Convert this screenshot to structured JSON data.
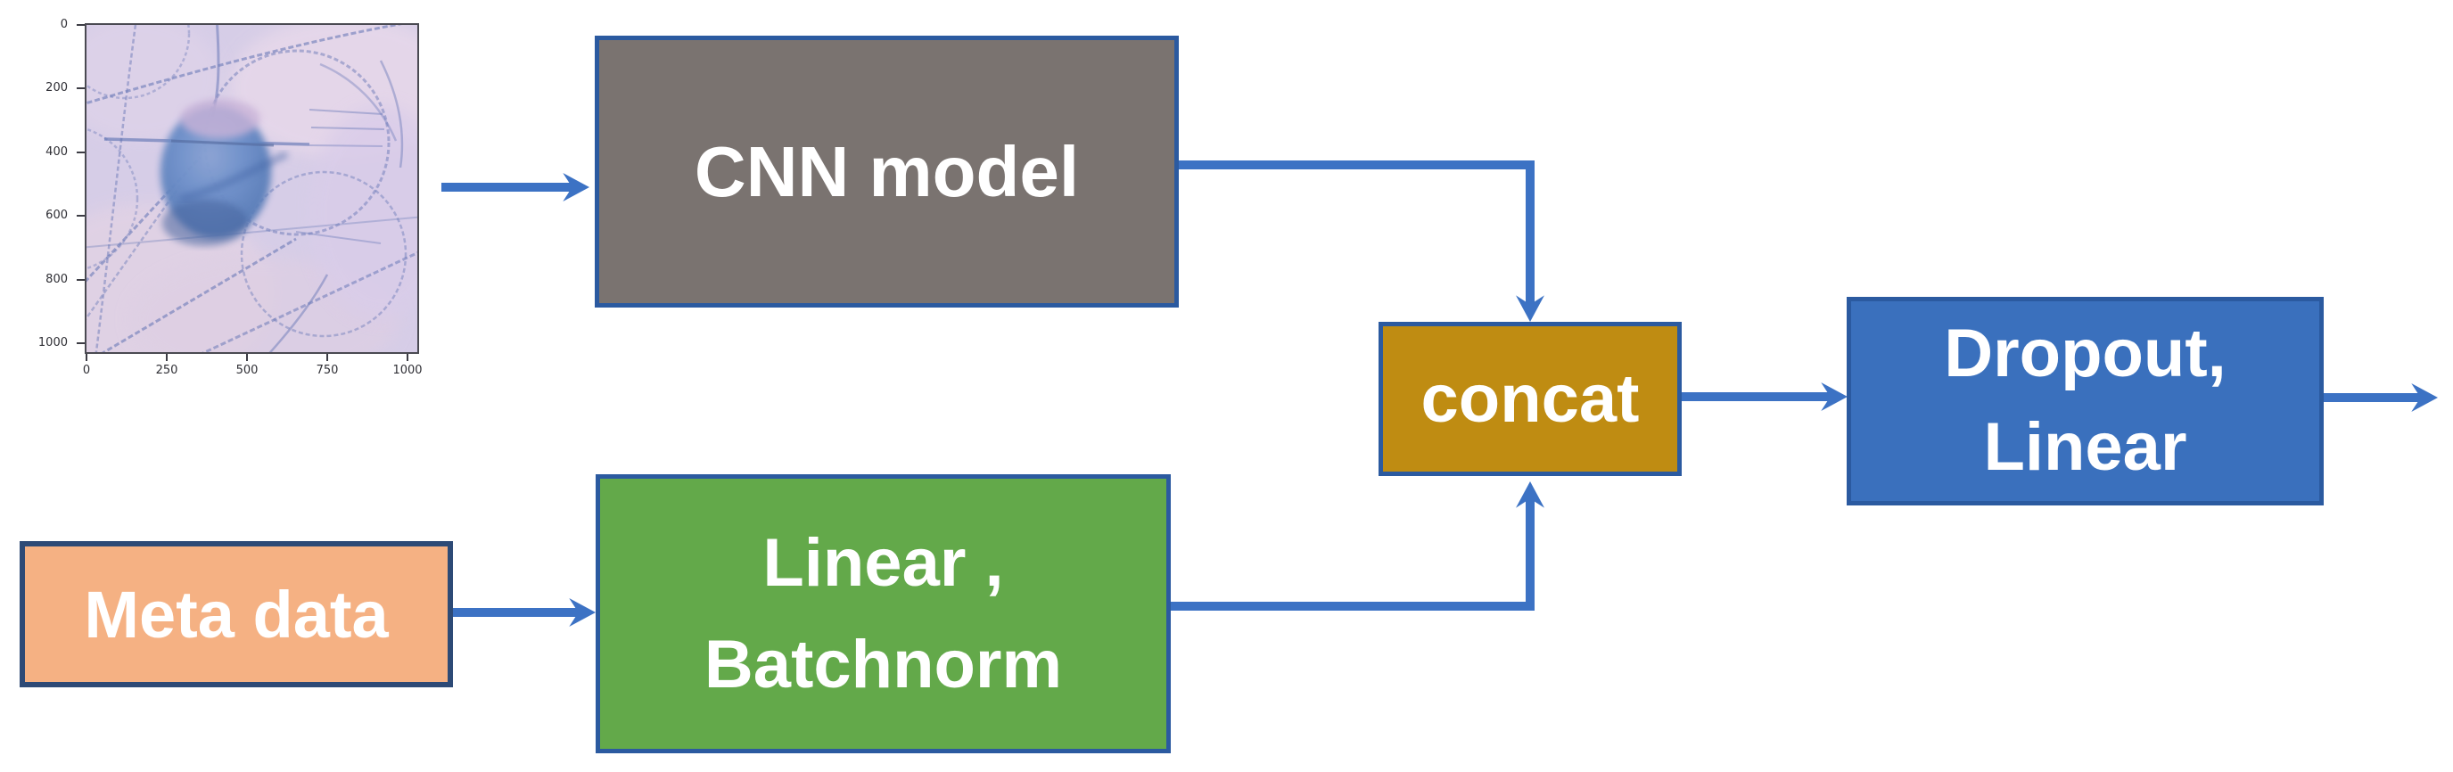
{
  "figure": {
    "x_ticks": [
      "0",
      "250",
      "500",
      "750",
      "1000"
    ],
    "y_ticks": [
      "0",
      "200",
      "400",
      "600",
      "800",
      "1000"
    ]
  },
  "nodes": {
    "cnn": {
      "label": "CNN model",
      "fill": "#7a7370"
    },
    "concat": {
      "label": "concat",
      "fill": "#bf8c12"
    },
    "dropout_linear": {
      "line1": "Dropout,",
      "line2": "Linear",
      "fill": "#3a70bd"
    },
    "meta": {
      "label": "Meta data",
      "fill": "#f5b183"
    },
    "linear_batchnorm": {
      "line1": "Linear ,",
      "line2": "Batchnorm",
      "fill": "#63a94a"
    }
  },
  "connections": [
    {
      "from": "microscopy-image",
      "to": "cnn"
    },
    {
      "from": "cnn",
      "to": "concat"
    },
    {
      "from": "meta",
      "to": "linear_batchnorm"
    },
    {
      "from": "linear_batchnorm",
      "to": "concat"
    },
    {
      "from": "concat",
      "to": "dropout_linear"
    },
    {
      "from": "dropout_linear",
      "to": "output"
    }
  ],
  "colors": {
    "arrow": "#3c72c4",
    "box_border": "#2b5aa0",
    "meta_border": "#2d4a76",
    "label_text": "#ffffff"
  }
}
